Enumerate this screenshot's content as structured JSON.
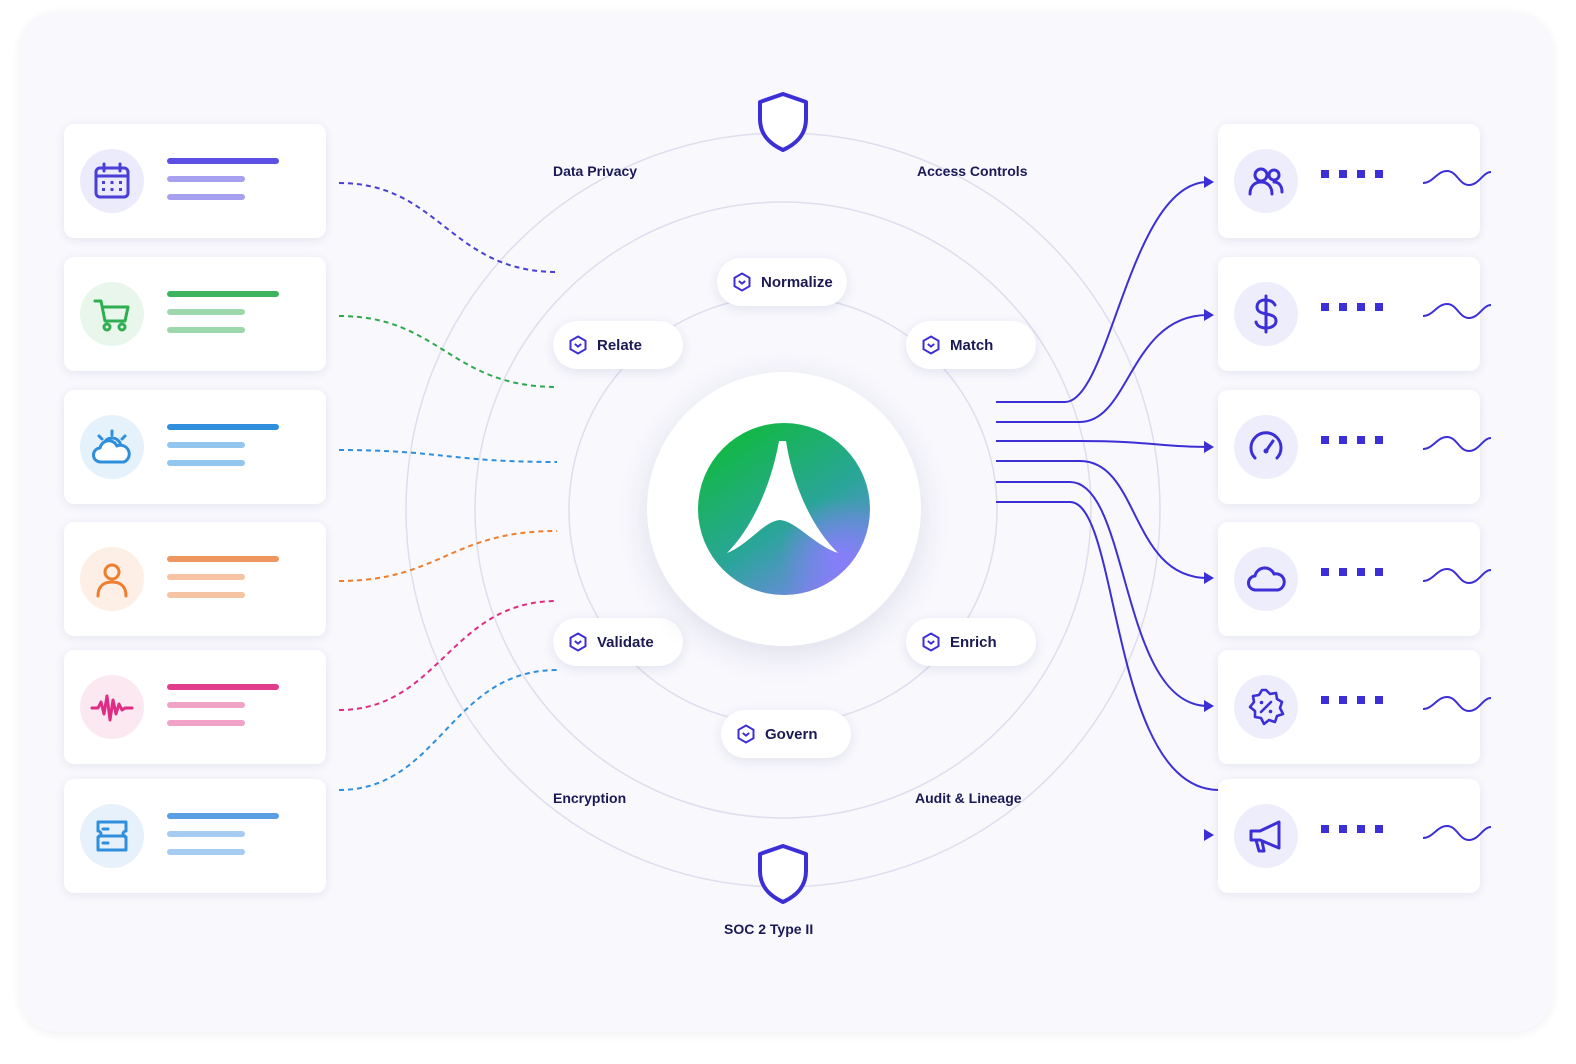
{
  "center": {
    "logo": "stylized-A-logo"
  },
  "process_steps": [
    {
      "label": "Normalize",
      "icon": "hexagon-icon"
    },
    {
      "label": "Relate",
      "icon": "hexagon-icon"
    },
    {
      "label": "Match",
      "icon": "hexagon-icon"
    },
    {
      "label": "Validate",
      "icon": "hexagon-icon"
    },
    {
      "label": "Enrich",
      "icon": "hexagon-icon"
    },
    {
      "label": "Govern",
      "icon": "hexagon-icon"
    }
  ],
  "security_labels": {
    "top_left": "Data Privacy",
    "top_right": "Access Controls",
    "bottom_left": "Encryption",
    "bottom_right": "Audit & Lineage",
    "bottom": "SOC 2 Type II"
  },
  "sources": [
    {
      "icon": "calendar-icon",
      "color": "#5b50e3"
    },
    {
      "icon": "cart-icon",
      "color": "#2fae52"
    },
    {
      "icon": "cloud-sun-icon",
      "color": "#2f8fdc"
    },
    {
      "icon": "user-icon",
      "color": "#ef7d2f"
    },
    {
      "icon": "pulse-icon",
      "color": "#e02c84"
    },
    {
      "icon": "database-card-icon",
      "color": "#3a8ee0"
    }
  ],
  "destinations": [
    {
      "icon": "users-icon"
    },
    {
      "icon": "dollar-icon"
    },
    {
      "icon": "gauge-icon"
    },
    {
      "icon": "cloud-icon"
    },
    {
      "icon": "discount-badge-icon"
    },
    {
      "icon": "megaphone-icon"
    }
  ],
  "colors": {
    "accent": "#3d2fd6",
    "ink": "#1b1a55",
    "ring": "#dcdcec"
  }
}
